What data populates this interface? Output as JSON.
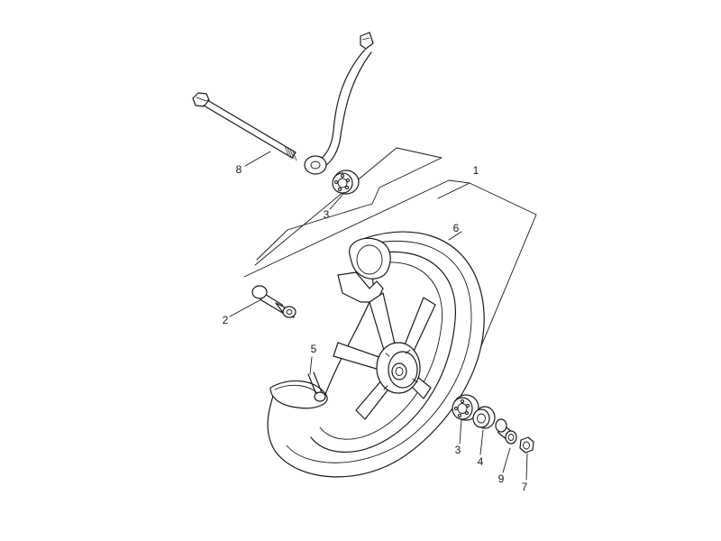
{
  "callouts": [
    {
      "id": "1",
      "label": "1"
    },
    {
      "id": "2",
      "label": "2"
    },
    {
      "id": "3a",
      "label": "3"
    },
    {
      "id": "3b",
      "label": "3"
    },
    {
      "id": "4",
      "label": "4"
    },
    {
      "id": "5",
      "label": "5"
    },
    {
      "id": "6",
      "label": "6"
    },
    {
      "id": "7",
      "label": "7"
    },
    {
      "id": "8",
      "label": "8"
    },
    {
      "id": "9",
      "label": "9"
    }
  ]
}
